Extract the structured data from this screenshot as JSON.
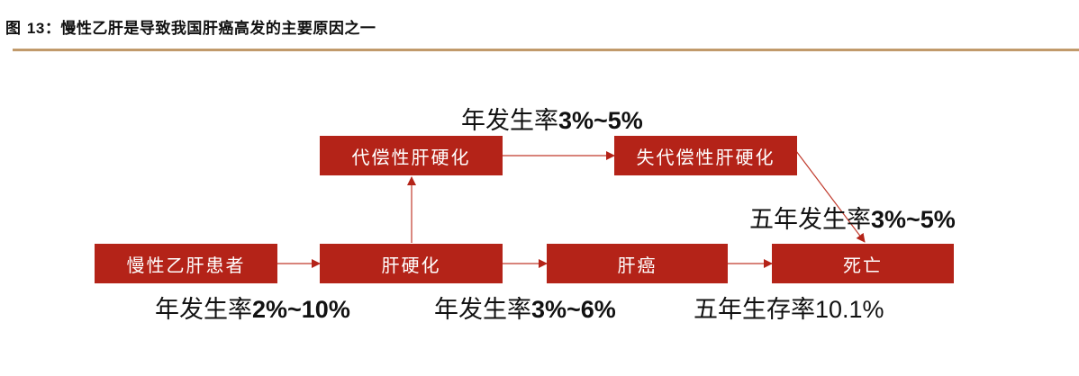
{
  "figure": {
    "title_prefix": "图 ",
    "title_number": "13",
    "title_text": "：慢性乙肝是导致我国肝癌高发的主要原因之一",
    "accent_color": "#c19a6b",
    "box_color": "#b42318"
  },
  "nodes": {
    "chronic_hbv": "慢性乙肝患者",
    "cirrhosis": "肝硬化",
    "compensated": "代偿性肝硬化",
    "decompensated": "失代偿性肝硬化",
    "liver_cancer": "肝癌",
    "death": "死亡"
  },
  "edges": {
    "hbv_to_cirrhosis": {
      "prefix": "年发生率",
      "value": "2%~10%"
    },
    "compensated_to_decompensated": {
      "prefix": "年发生率",
      "value": "3%~5%"
    },
    "decompensated_to_death": {
      "prefix": "五年发生率",
      "value": "3%~5%"
    },
    "cirrhosis_to_cancer": {
      "prefix": "年发生率",
      "value": "3%~6%"
    },
    "cancer_to_death": {
      "prefix": "五年生存率",
      "value": "10.1%"
    }
  }
}
